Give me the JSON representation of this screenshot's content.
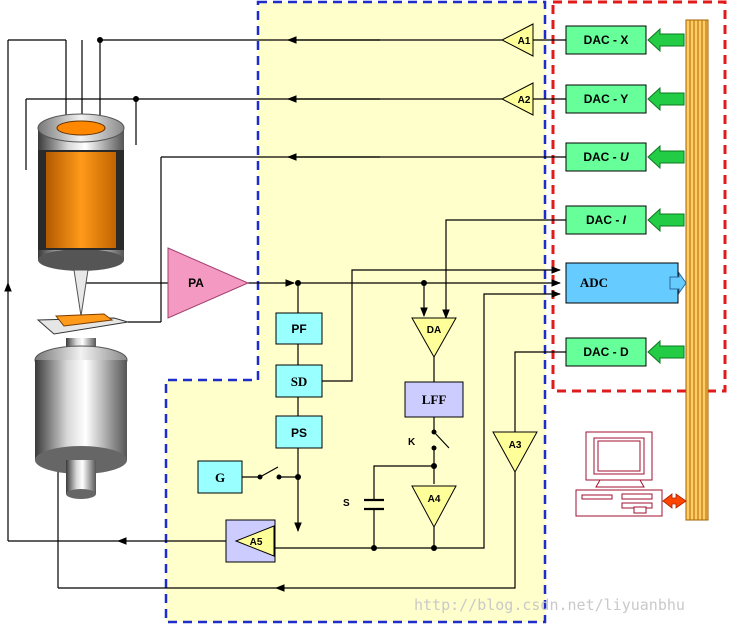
{
  "colors": {
    "yellow_panel": "#ffffcc",
    "blue_border": "#1f2ccc",
    "red_border": "#e11b1b",
    "dac_green": "#66ff99",
    "arrow_green": "#22cc44",
    "adc_blue": "#66ccff",
    "cyan_box": "#99ffff",
    "lff_purple": "#ccccff",
    "pa_pink": "#f49ac2",
    "op_amp_yellow": "#ffff99",
    "bus_orange": "#ffcc66",
    "scanner_orange": "#ff8800",
    "cable_arrow_red": "#ff4400"
  },
  "dacs": {
    "x": "DAC - X",
    "y": "DAC - Y",
    "u_prefix": "DAC - ",
    "u_var": "U",
    "i_prefix": "DAC - ",
    "i_var": "I",
    "d": "DAC - D"
  },
  "adc": "ADC",
  "amplifiers": {
    "pa": "PA",
    "a1": "A1",
    "a2": "A2",
    "a3": "A3",
    "a4": "A4",
    "a5": "A5",
    "da": "DA"
  },
  "blocks": {
    "pf": "PF",
    "sd": "SD",
    "ps": "PS",
    "g": "G",
    "lff": "LFF"
  },
  "labels": {
    "k": "K",
    "s": "S"
  },
  "watermark": "http://blog.csdn.net/liyuanbhu",
  "icons": {
    "computer": "computer-icon",
    "tip": "probe-tip-icon",
    "sample": "sample-icon"
  }
}
